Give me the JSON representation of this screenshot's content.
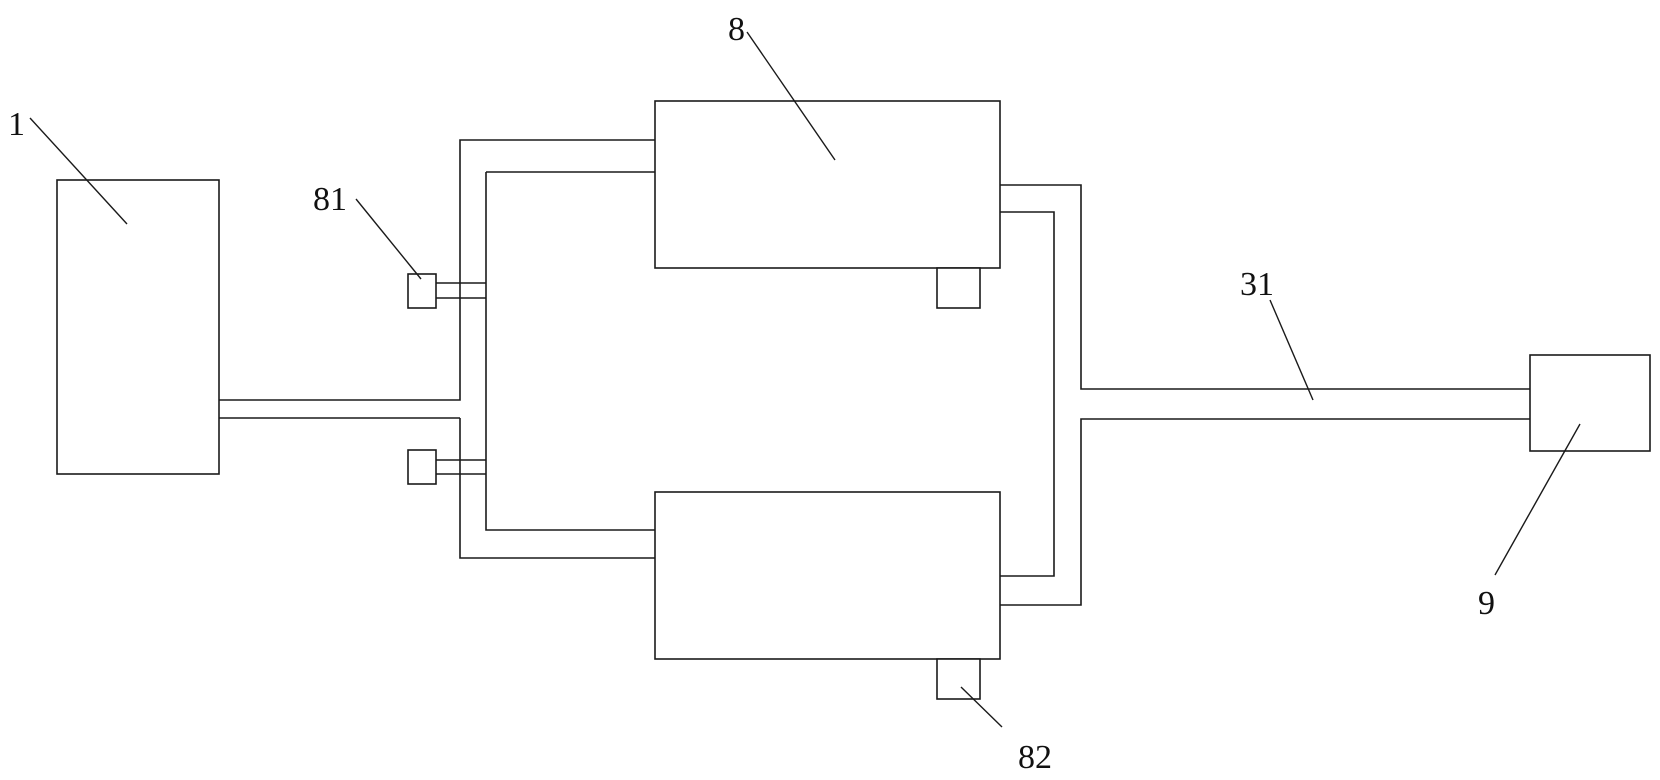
{
  "labels": {
    "tank": "1",
    "upper_unit": "8",
    "upper_valve": "81",
    "lower_valve": "82",
    "outlet_pipe": "31",
    "receiver": "9"
  }
}
